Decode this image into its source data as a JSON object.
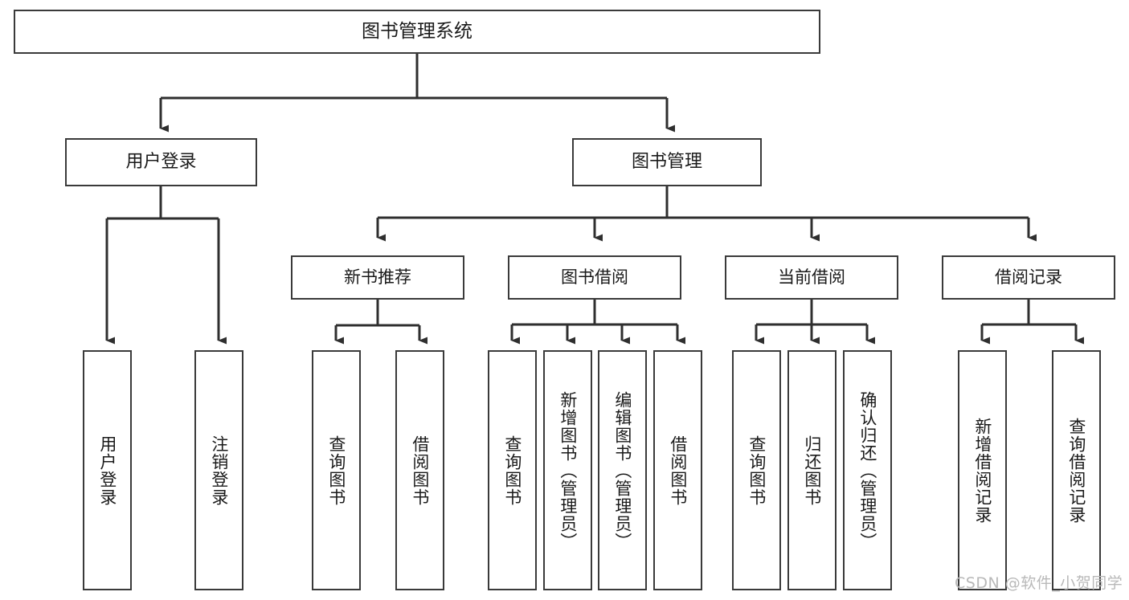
{
  "diagram": {
    "title": "图书管理系统",
    "type": "hierarchy-tree",
    "watermark": "CSDN @软件_小贺同学",
    "colors": {
      "box_border": "#3a3a3a",
      "box_fill": "#ffffff",
      "connector": "#2f2f2f",
      "text": "#1a1a1a",
      "watermark": "#b9b9b9",
      "background": "#ffffff"
    },
    "root": {
      "label": "图书管理系统"
    },
    "level1": [
      {
        "id": "user-login",
        "label": "用户登录"
      },
      {
        "id": "book-manage",
        "label": "图书管理"
      }
    ],
    "level2": [
      {
        "id": "new-book-rec",
        "label": "新书推荐",
        "parent": "book-manage"
      },
      {
        "id": "book-borrow",
        "label": "图书借阅",
        "parent": "book-manage"
      },
      {
        "id": "current-borrow",
        "label": "当前借阅",
        "parent": "book-manage"
      },
      {
        "id": "borrow-record",
        "label": "借阅记录",
        "parent": "book-manage"
      }
    ],
    "leaves": [
      {
        "id": "leaf-user-login",
        "label": "用户登录",
        "parent": "user-login"
      },
      {
        "id": "leaf-logout-login",
        "label": "注销登录",
        "parent": "user-login"
      },
      {
        "id": "leaf-query-book-1",
        "label": "查询图书",
        "parent": "new-book-rec"
      },
      {
        "id": "leaf-borrow-book-1",
        "label": "借阅图书",
        "parent": "new-book-rec"
      },
      {
        "id": "leaf-query-book-2",
        "label": "查询图书",
        "parent": "book-borrow"
      },
      {
        "id": "leaf-add-book",
        "label": "新增图书（管理员）",
        "parent": "book-borrow"
      },
      {
        "id": "leaf-edit-book",
        "label": "编辑图书（管理员）",
        "parent": "book-borrow"
      },
      {
        "id": "leaf-borrow-book-2",
        "label": "借阅图书",
        "parent": "book-borrow"
      },
      {
        "id": "leaf-query-book-3",
        "label": "查询图书",
        "parent": "current-borrow"
      },
      {
        "id": "leaf-return-book",
        "label": "归还图书",
        "parent": "current-borrow"
      },
      {
        "id": "leaf-confirm-return",
        "label": "确认归还（管理员）",
        "parent": "current-borrow"
      },
      {
        "id": "leaf-add-record",
        "label": "新增借阅记录",
        "parent": "borrow-record"
      },
      {
        "id": "leaf-query-record",
        "label": "查询借阅记录",
        "parent": "borrow-record"
      }
    ]
  }
}
